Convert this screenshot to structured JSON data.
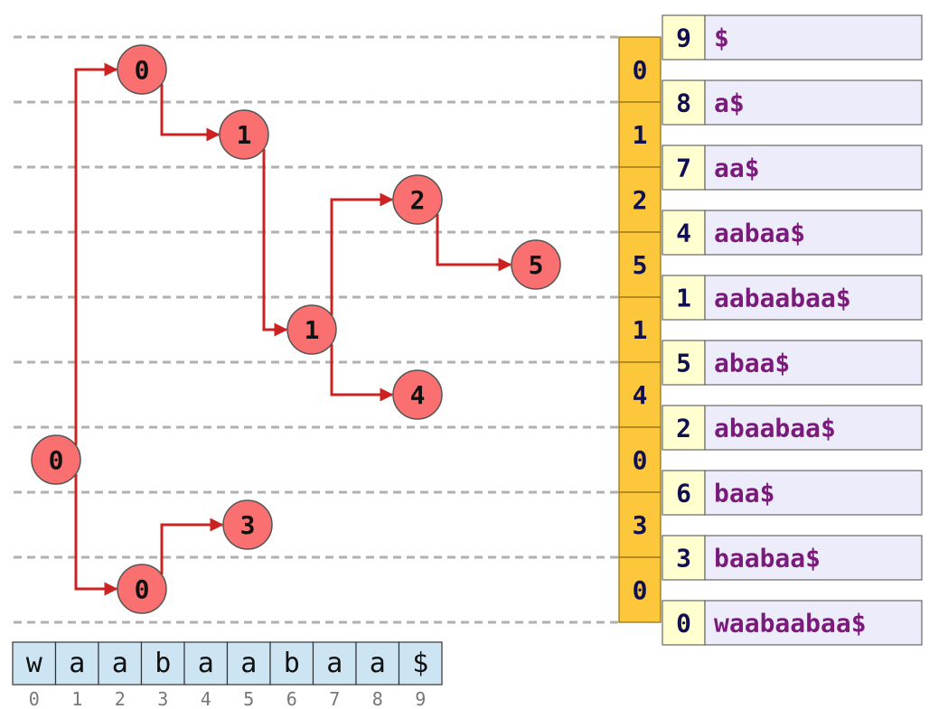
{
  "string_chars": [
    "w",
    "a",
    "a",
    "b",
    "a",
    "a",
    "b",
    "a",
    "a",
    "$"
  ],
  "string_indices": [
    "0",
    "1",
    "2",
    "3",
    "4",
    "5",
    "6",
    "7",
    "8",
    "9"
  ],
  "suffix_array": [
    {
      "sa": "9",
      "suffix": "$"
    },
    {
      "sa": "8",
      "suffix": "a$"
    },
    {
      "sa": "7",
      "suffix": "aa$"
    },
    {
      "sa": "4",
      "suffix": "aabaa$"
    },
    {
      "sa": "1",
      "suffix": "aabaabaa$"
    },
    {
      "sa": "5",
      "suffix": "abaa$"
    },
    {
      "sa": "2",
      "suffix": "abaabaa$"
    },
    {
      "sa": "6",
      "suffix": "baa$"
    },
    {
      "sa": "3",
      "suffix": "baabaa$"
    },
    {
      "sa": "0",
      "suffix": "waabaabaa$"
    }
  ],
  "lcp": [
    "0",
    "1",
    "2",
    "5",
    "1",
    "4",
    "0",
    "3",
    "0"
  ],
  "tree_nodes": [
    {
      "id": "n0",
      "label": "0"
    },
    {
      "id": "n1",
      "label": "1"
    },
    {
      "id": "n2",
      "label": "2"
    },
    {
      "id": "n3",
      "label": "5"
    },
    {
      "id": "n4",
      "label": "1"
    },
    {
      "id": "n5",
      "label": "4"
    },
    {
      "id": "n6",
      "label": "0"
    },
    {
      "id": "n7",
      "label": "3"
    },
    {
      "id": "n8",
      "label": "0"
    }
  ],
  "tree_edges": [
    {
      "from": "n6",
      "to": "n0"
    },
    {
      "from": "n6",
      "to": "n8"
    },
    {
      "from": "n0",
      "to": "n1"
    },
    {
      "from": "n1",
      "to": "n4"
    },
    {
      "from": "n4",
      "to": "n2"
    },
    {
      "from": "n4",
      "to": "n5"
    },
    {
      "from": "n2",
      "to": "n3"
    },
    {
      "from": "n8",
      "to": "n7"
    }
  ],
  "colors": {
    "node_fill": "#fa7070",
    "edge": "#cc2222",
    "lcp_fill": "#fcc73a",
    "sa_fill": "#ffffd0",
    "suffix_fill": "#ececfb",
    "suffix_text": "#7a1a7a",
    "string_fill": "#cde4f3",
    "guide_line": "#b0b0b0"
  }
}
